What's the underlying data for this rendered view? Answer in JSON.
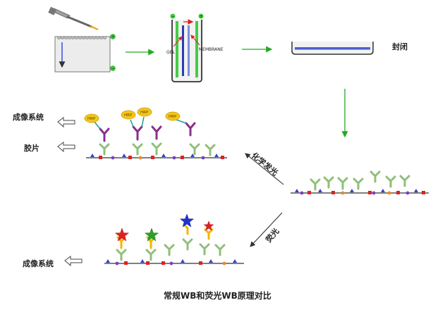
{
  "labels": {
    "seal": "封闭",
    "imaging_top": "成像系统",
    "film": "胶片",
    "imaging_bottom": "成像系统",
    "chemiluminescence": "化学发光",
    "fluorescence": "荧光",
    "gel": "GEL",
    "membrane": "MEMBRANE",
    "hrp": "HRP",
    "plus": "+",
    "minus": "−"
  },
  "caption": "常规WB和荧光WB原理对比",
  "colors": {
    "arrow_green": "#22aa22",
    "gel_blue": "#3344cc",
    "antibody_green": "#8fbf7a",
    "hrp_yellow": "#f5c518",
    "membrane_gray": "#555555",
    "secondary_purple": "#8a2f8f"
  }
}
